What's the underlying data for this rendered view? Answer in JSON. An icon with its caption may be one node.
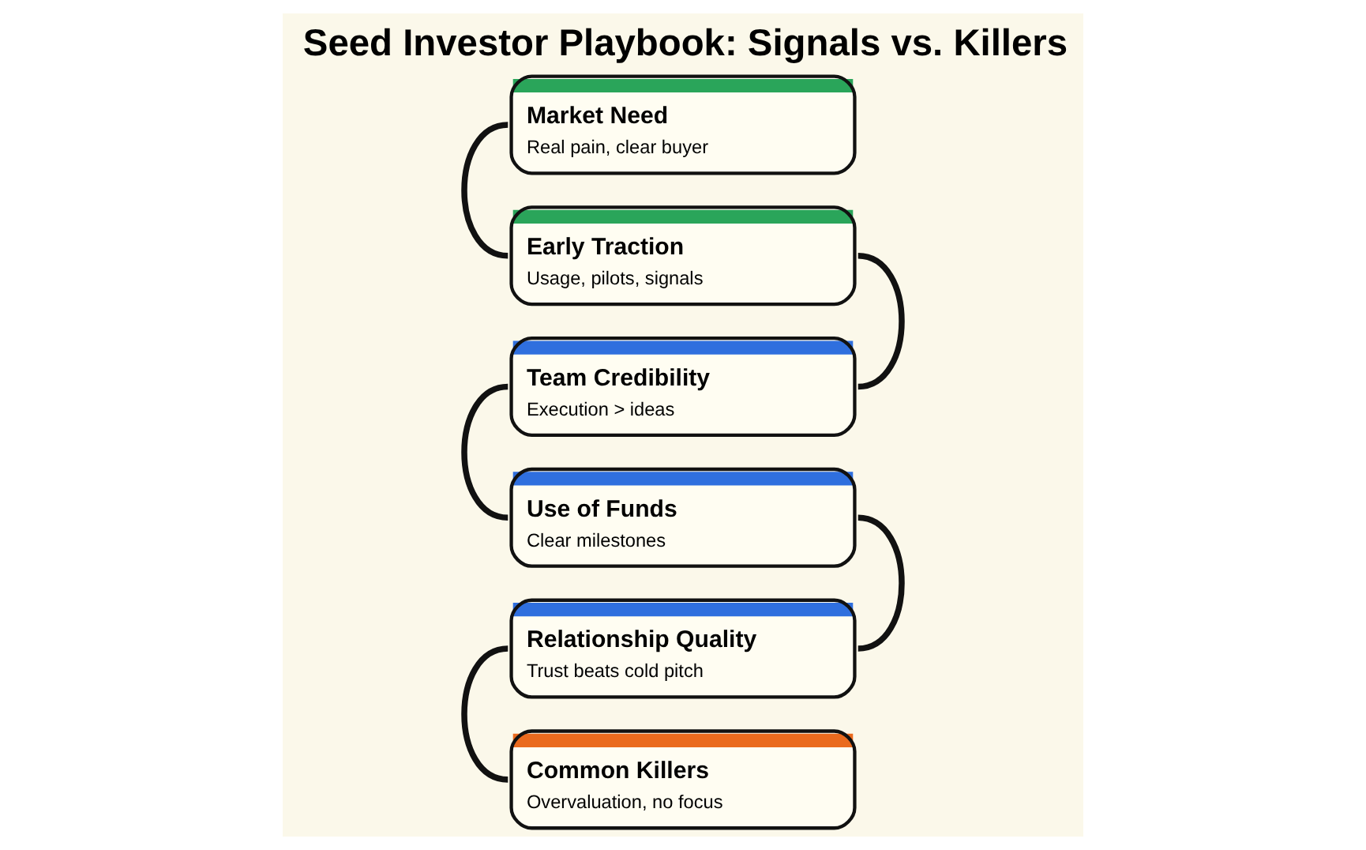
{
  "diagram": {
    "title": "Seed Investor Playbook: Signals vs. Killers",
    "nodes": [
      {
        "text": [
          "Market Need",
          "Real pain, clear buyer"
        ]
      },
      {
        "text": [
          "Early Traction",
          "Usage, pilots, signals"
        ]
      },
      {
        "text": [
          "Team Credibility",
          "Execution > ideas"
        ]
      },
      {
        "text": [
          "Use of Funds",
          "Clear milestones"
        ]
      },
      {
        "text": [
          "Relationship Quality",
          "Trust beats cold pitch"
        ]
      },
      {
        "text": [
          "Common Killers",
          "Overvaluation, no focus"
        ]
      }
    ],
    "edges": [
      {
        "from": 0,
        "to": 1,
        "arrow": "none"
      },
      {
        "from": 1,
        "to": 2,
        "arrow": "none"
      },
      {
        "from": 2,
        "to": 3,
        "arrow": "none"
      },
      {
        "from": 3,
        "to": 4,
        "arrow": "none"
      },
      {
        "from": 4,
        "to": 5,
        "arrow": "none"
      }
    ]
  }
}
